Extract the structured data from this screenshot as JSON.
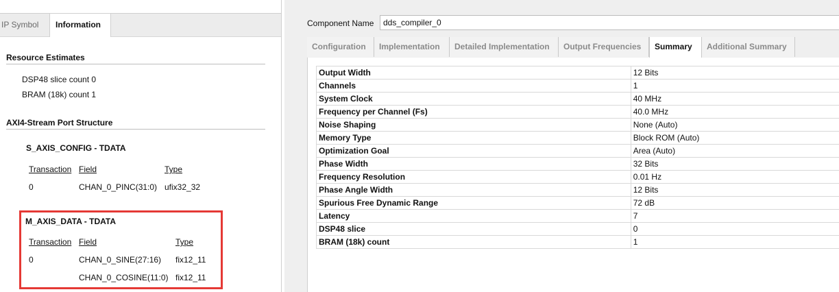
{
  "left_panel": {
    "tabs": [
      {
        "label": "IP Symbol"
      },
      {
        "label": "Information"
      }
    ],
    "resource_estimates": {
      "title": "Resource Estimates",
      "lines": [
        "DSP48 slice count 0",
        "BRAM (18k) count 1"
      ]
    },
    "port_structure": {
      "title": "AXI4-Stream Port Structure",
      "s_axis": {
        "title": "S_AXIS_CONFIG - TDATA",
        "headers": {
          "transaction": "Transaction",
          "field": "Field",
          "type": "Type"
        },
        "rows": [
          {
            "transaction": "0",
            "field": "CHAN_0_PINC(31:0)",
            "type": "ufix32_32"
          }
        ]
      },
      "m_axis": {
        "title": "M_AXIS_DATA - TDATA",
        "headers": {
          "transaction": "Transaction",
          "field": "Field",
          "type": "Type"
        },
        "rows": [
          {
            "transaction": "0",
            "field": "CHAN_0_SINE(27:16)",
            "type": "fix12_11"
          },
          {
            "transaction": "",
            "field": "CHAN_0_COSINE(11:0)",
            "type": "fix12_11"
          }
        ]
      }
    },
    "highlight_color": "#e53935"
  },
  "right_panel": {
    "component_name_label": "Component Name",
    "component_name_value": "dds_compiler_0",
    "tabs": [
      {
        "label": "Configuration"
      },
      {
        "label": "Implementation"
      },
      {
        "label": "Detailed Implementation"
      },
      {
        "label": "Output Frequencies"
      },
      {
        "label": "Summary"
      },
      {
        "label": "Additional Summary"
      }
    ],
    "active_tab": "Summary",
    "summary_rows": [
      {
        "key": "Output Width",
        "value": "12 Bits"
      },
      {
        "key": "Channels",
        "value": "1"
      },
      {
        "key": "System Clock",
        "value": "40 MHz"
      },
      {
        "key": "Frequency per Channel (Fs)",
        "value": "40.0 MHz"
      },
      {
        "key": "Noise Shaping",
        "value": "None (Auto)"
      },
      {
        "key": "Memory Type",
        "value": "Block ROM (Auto)"
      },
      {
        "key": "Optimization Goal",
        "value": "Area (Auto)"
      },
      {
        "key": "Phase Width",
        "value": "32 Bits"
      },
      {
        "key": "Frequency Resolution",
        "value": "0.01 Hz"
      },
      {
        "key": "Phase Angle Width",
        "value": "12 Bits"
      },
      {
        "key": "Spurious Free Dynamic Range",
        "value": "72 dB"
      },
      {
        "key": "Latency",
        "value": "7"
      },
      {
        "key": "DSP48 slice",
        "value": "0"
      },
      {
        "key": "BRAM (18k) count",
        "value": "1"
      }
    ]
  }
}
